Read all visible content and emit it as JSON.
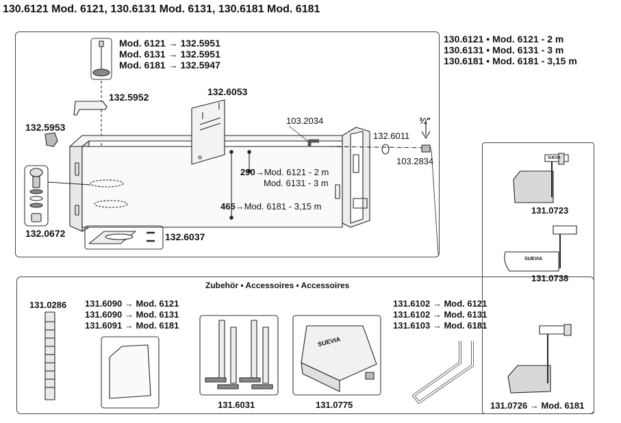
{
  "header": {
    "title": "130.6121 Mod. 6121, 130.6131 Mod. 6131, 130.6181 Mod. 6181"
  },
  "main_panel": {
    "float_valve_codes": [
      "Mod. 6121 → 132.5951",
      "Mod. 6131 → 132.5951",
      "Mod. 6181 → 132.5947"
    ],
    "parts": {
      "bracket": "132.5952",
      "clip": "132.5953",
      "plate": "132.6053",
      "elbow": "103.2034",
      "washer": "132.6011",
      "inlet_size": "¾\"",
      "nipple": "103.2834",
      "drain_kit": "132.0672",
      "base_plate": "132.6037"
    },
    "dimensions": {
      "dim_290_value": "290",
      "dim_290_line1": "→Mod. 6121 - 2 m",
      "dim_290_line2": "Mod. 6131 - 3 m",
      "dim_465_value": "465",
      "dim_465_line": "→Mod. 6181 - 3,15 m"
    }
  },
  "model_list": [
    "130.6121 • Mod. 6121 - 2 m",
    "130.6131 • Mod. 6131 - 3 m",
    "130.6181 • Mod. 6181 - 3,15 m"
  ],
  "side_panel": {
    "valve_1": "131.0723",
    "valve_2": "131.0738",
    "valve_3": "131.0726 → Mod. 6181",
    "brand_label": "SUEVIA"
  },
  "accessories": {
    "heading": "Zubehör • Accessoires • Accessoires",
    "hose": "131.0286",
    "cover_codes": [
      "131.6090 → Mod. 6121",
      "131.6090 → Mod. 6131",
      "131.6091 → Mod. 6181"
    ],
    "legs": "131.6031",
    "hood": "131.0775",
    "hood_brand": "SUEVIA",
    "heater_codes": [
      "131.6102 → Mod. 6121",
      "131.6102 → Mod. 6131",
      "131.6103 → Mod. 6181"
    ]
  }
}
